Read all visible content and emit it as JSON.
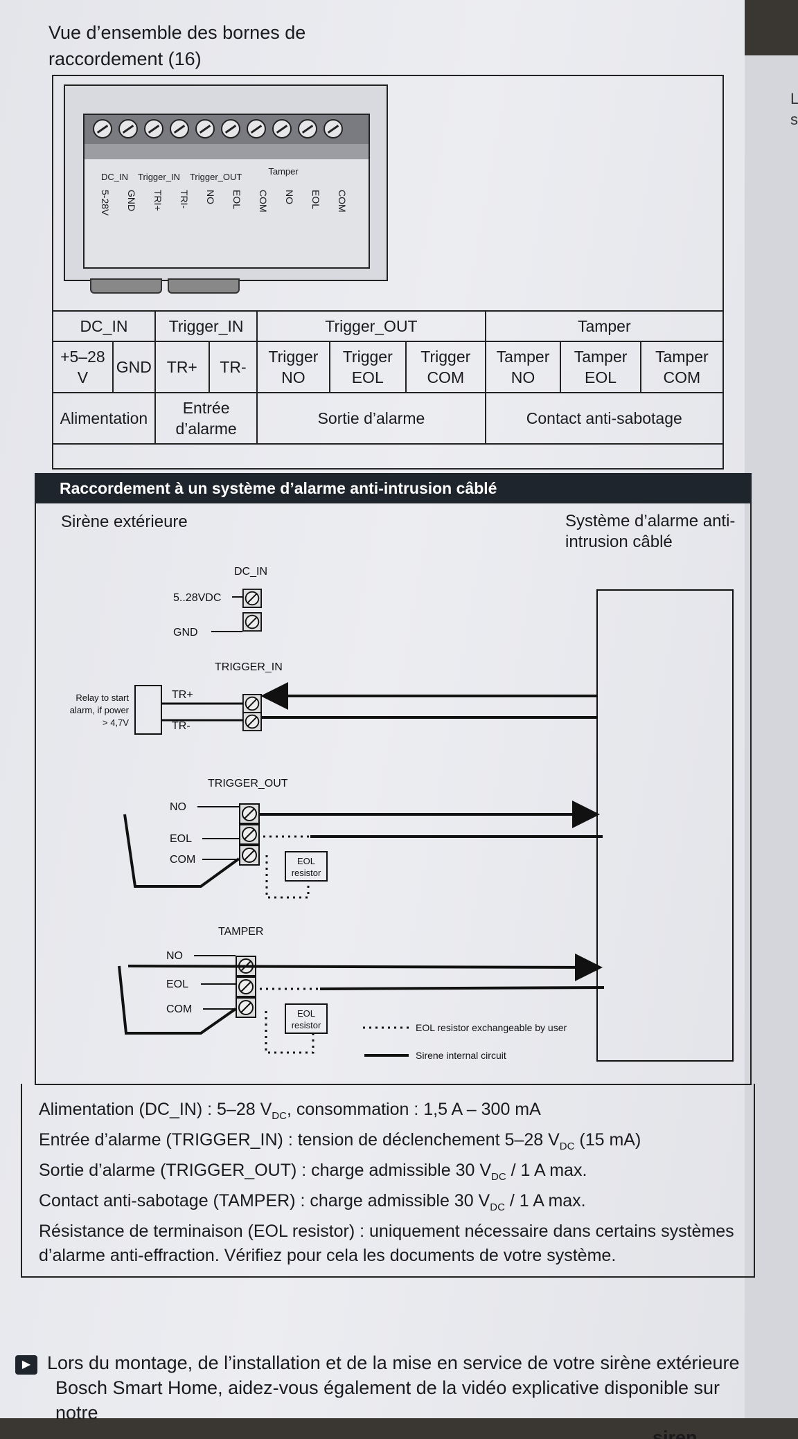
{
  "title": "Vue d’ensemble des bornes de raccordement (16)",
  "device": {
    "groups": [
      "DC_IN",
      "Trigger_IN",
      "Trigger_OUT",
      "Tamper"
    ],
    "pins": [
      "5-28V",
      "GND",
      "TRI+",
      "TRI-",
      "NO",
      "EOL",
      "COM",
      "NO",
      "EOL",
      "COM"
    ]
  },
  "table": {
    "groups": [
      "DC_IN",
      "Trigger_IN",
      "Trigger_OUT",
      "Tamper"
    ],
    "pins": [
      "+5–28 V",
      "GND",
      "TR+",
      "TR-",
      "Trigger NO",
      "Trigger EOL",
      "Trigger COM",
      "Tamper NO",
      "Tamper EOL",
      "Tamper COM"
    ],
    "functions": [
      "Alimentation",
      "Entrée d’alarme",
      "Sortie d’alarme",
      "Contact anti-sabotage"
    ]
  },
  "section": {
    "header": "Raccordement à un système d’alarme anti-intrusion câblé",
    "left_label": "Sirène extérieure",
    "right_label": "Système d’alarme anti-intrusion câblé"
  },
  "schematic": {
    "dc_in": "DC_IN",
    "dc_v": "5..28VDC",
    "gnd": "GND",
    "trigger_in": "TRIGGER_IN",
    "trp": "TR+",
    "trm": "TR-",
    "relay": [
      "Relay to start",
      "alarm, if power",
      "> 4,7V"
    ],
    "trigger_out": "TRIGGER_OUT",
    "tamper": "TAMPER",
    "no": "NO",
    "eol": "EOL",
    "com": "COM",
    "eol_resistor": [
      "EOL",
      "resistor"
    ],
    "legend_dotted": "EOL resistor exchangeable by user",
    "legend_solid": "Sirene internal circuit"
  },
  "specs": [
    {
      "pre": "Alimentation (DC_IN) : 5–28 V",
      "sub": "DC",
      "post": ", consommation : 1,5 A – 300 mA"
    },
    {
      "pre": "Entrée d’alarme (TRIGGER_IN) : tension de déclenchement 5–28 V",
      "sub": "DC",
      "post": " (15 mA)"
    },
    {
      "pre": "Sortie d’alarme (TRIGGER_OUT) : charge admissible 30 V",
      "sub": "DC",
      "post": " / 1 A max."
    },
    {
      "pre": "Contact anti-sabotage (TAMPER) : charge admissible 30 V",
      "sub": "DC",
      "post": " / 1 A max."
    },
    {
      "pre": "Résistance de terminaison (EOL resistor) : uniquement nécessaire dans certains systèmes d’alarme anti-effraction. Vérifiez pour cela les documents de votre système.",
      "sub": "",
      "post": ""
    }
  ],
  "note": {
    "line1": "Lors du montage, de l’installation et de la mise en service de votre sirène extérieure",
    "line2": "Bosch Smart Home, aidez-vous également de la vidéo explicative disponible sur notre",
    "line3_partial": "siren"
  },
  "next_page_letters": [
    "L",
    "s"
  ]
}
